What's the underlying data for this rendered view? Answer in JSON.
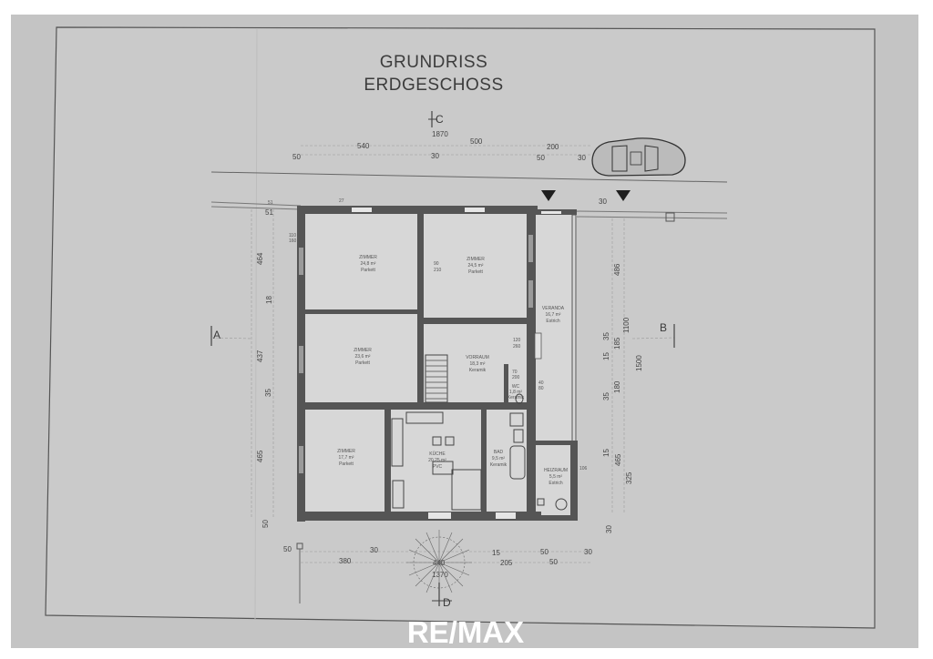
{
  "title": {
    "line1": "GRUNDRISS",
    "line2": "ERDGESCHOSS"
  },
  "logo": "RE/MAX",
  "sections": {
    "a": "A",
    "b": "B",
    "c": "C",
    "d": "D"
  },
  "rooms": [
    {
      "name": "ZIMMER",
      "area": "24,8 m²",
      "floor": "Parkett"
    },
    {
      "name": "ZIMMER",
      "area": "24,5 m²",
      "floor": "Parkett"
    },
    {
      "name": "ZIMMER",
      "area": "23,6 m²",
      "floor": "Parkett"
    },
    {
      "name": "VORRAUM",
      "area": "18,3 m²",
      "floor": "Keramik"
    },
    {
      "name": "WC",
      "area": "1,8 m²",
      "floor": "Keramik"
    },
    {
      "name": "VERANDA",
      "area": "16,7 m²",
      "floor": "Estrich"
    },
    {
      "name": "ZIMMER",
      "area": "17,7 m²",
      "floor": "Parkett"
    },
    {
      "name": "KÜCHE",
      "area": "20,25 m²",
      "floor": "PVC"
    },
    {
      "name": "BAD",
      "area": "9,5 m²",
      "floor": "Keramik"
    },
    {
      "name": "HEIZRAUM",
      "area": "5,5 m²",
      "floor": "Estrich"
    }
  ],
  "dims_top": [
    "50",
    "540",
    "1870",
    "30",
    "500",
    "200",
    "50",
    "30",
    "30"
  ],
  "dims_bottom": [
    "50",
    "380",
    "30",
    "440",
    "1370",
    "15",
    "205",
    "50",
    "50",
    "30"
  ],
  "dims_left": [
    "51",
    "464",
    "18",
    "437",
    "35",
    "465",
    "50"
  ],
  "dims_right": [
    "486",
    "1100",
    "1500",
    "35",
    "15",
    "185",
    "35",
    "180",
    "15",
    "465",
    "325",
    "30"
  ],
  "small_labels": [
    "110",
    "160",
    "90",
    "210",
    "120",
    "260",
    "70",
    "200",
    "40",
    "80",
    "106",
    "27",
    "51"
  ]
}
